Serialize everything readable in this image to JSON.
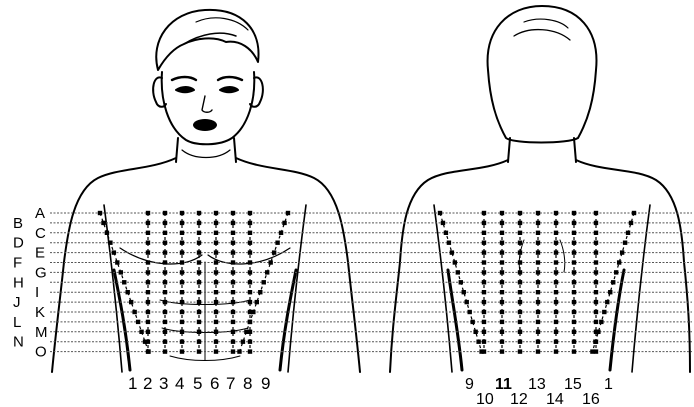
{
  "row_labels": [
    "A",
    "B",
    "C",
    "D",
    "E",
    "F",
    "G",
    "H",
    "I",
    "J",
    "K",
    "L",
    "M",
    "N",
    "O"
  ],
  "front_column_labels": [
    "1",
    "2",
    "3",
    "4",
    "5",
    "6",
    "7",
    "8",
    "9"
  ],
  "back_column_labels_top": [
    "9",
    "11",
    "13",
    "15",
    "1"
  ],
  "back_column_labels_bottom": [
    "10",
    "12",
    "14",
    "16"
  ],
  "colors": {
    "ink": "#000000",
    "background": "#ffffff",
    "grid_line": "#555555"
  }
}
